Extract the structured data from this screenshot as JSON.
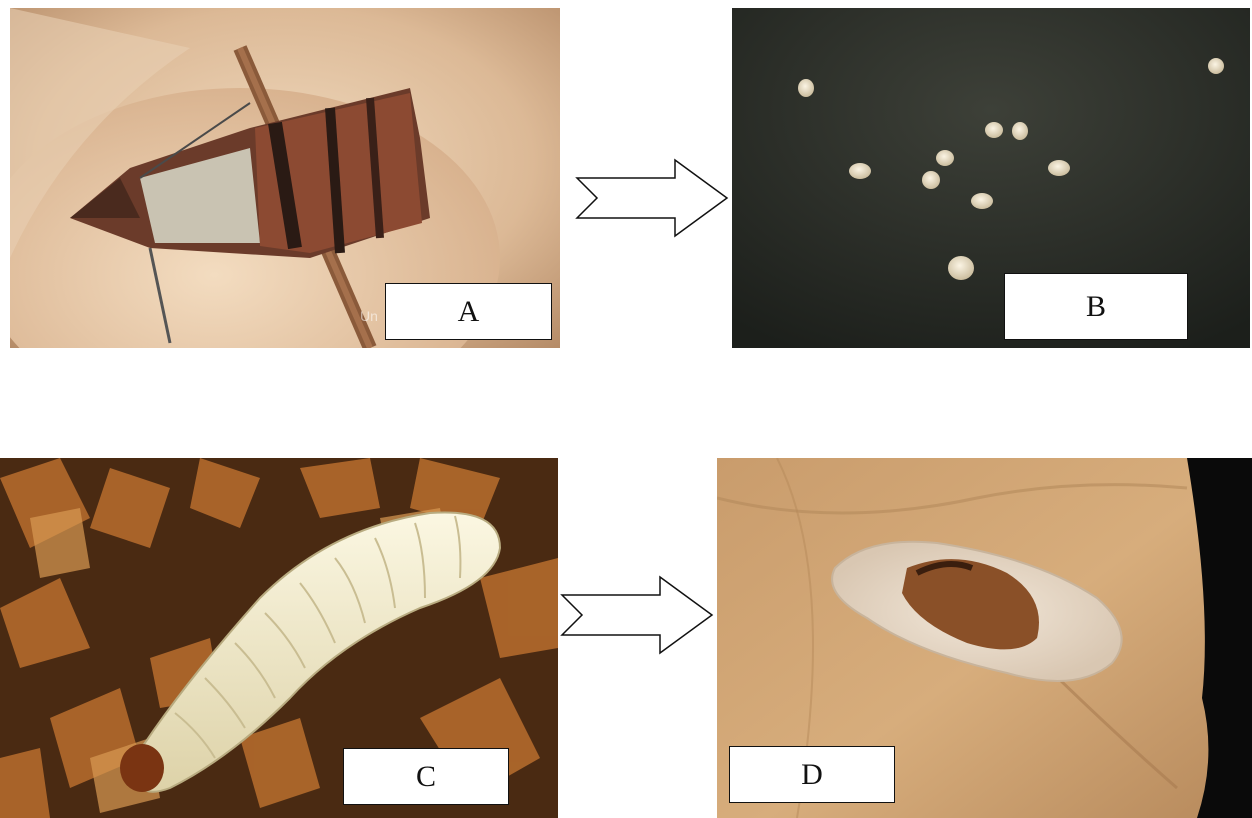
{
  "figure": {
    "panels": [
      {
        "label": "A",
        "subject": "adult moth"
      },
      {
        "label": "B",
        "subject": "eggs"
      },
      {
        "label": "C",
        "subject": "larva"
      },
      {
        "label": "D",
        "subject": "pupa"
      }
    ],
    "watermark_fragment_a": "Un",
    "colors": {
      "background": "#ffffff",
      "label_border": "#111111",
      "arrow_stroke": "#111111"
    }
  }
}
